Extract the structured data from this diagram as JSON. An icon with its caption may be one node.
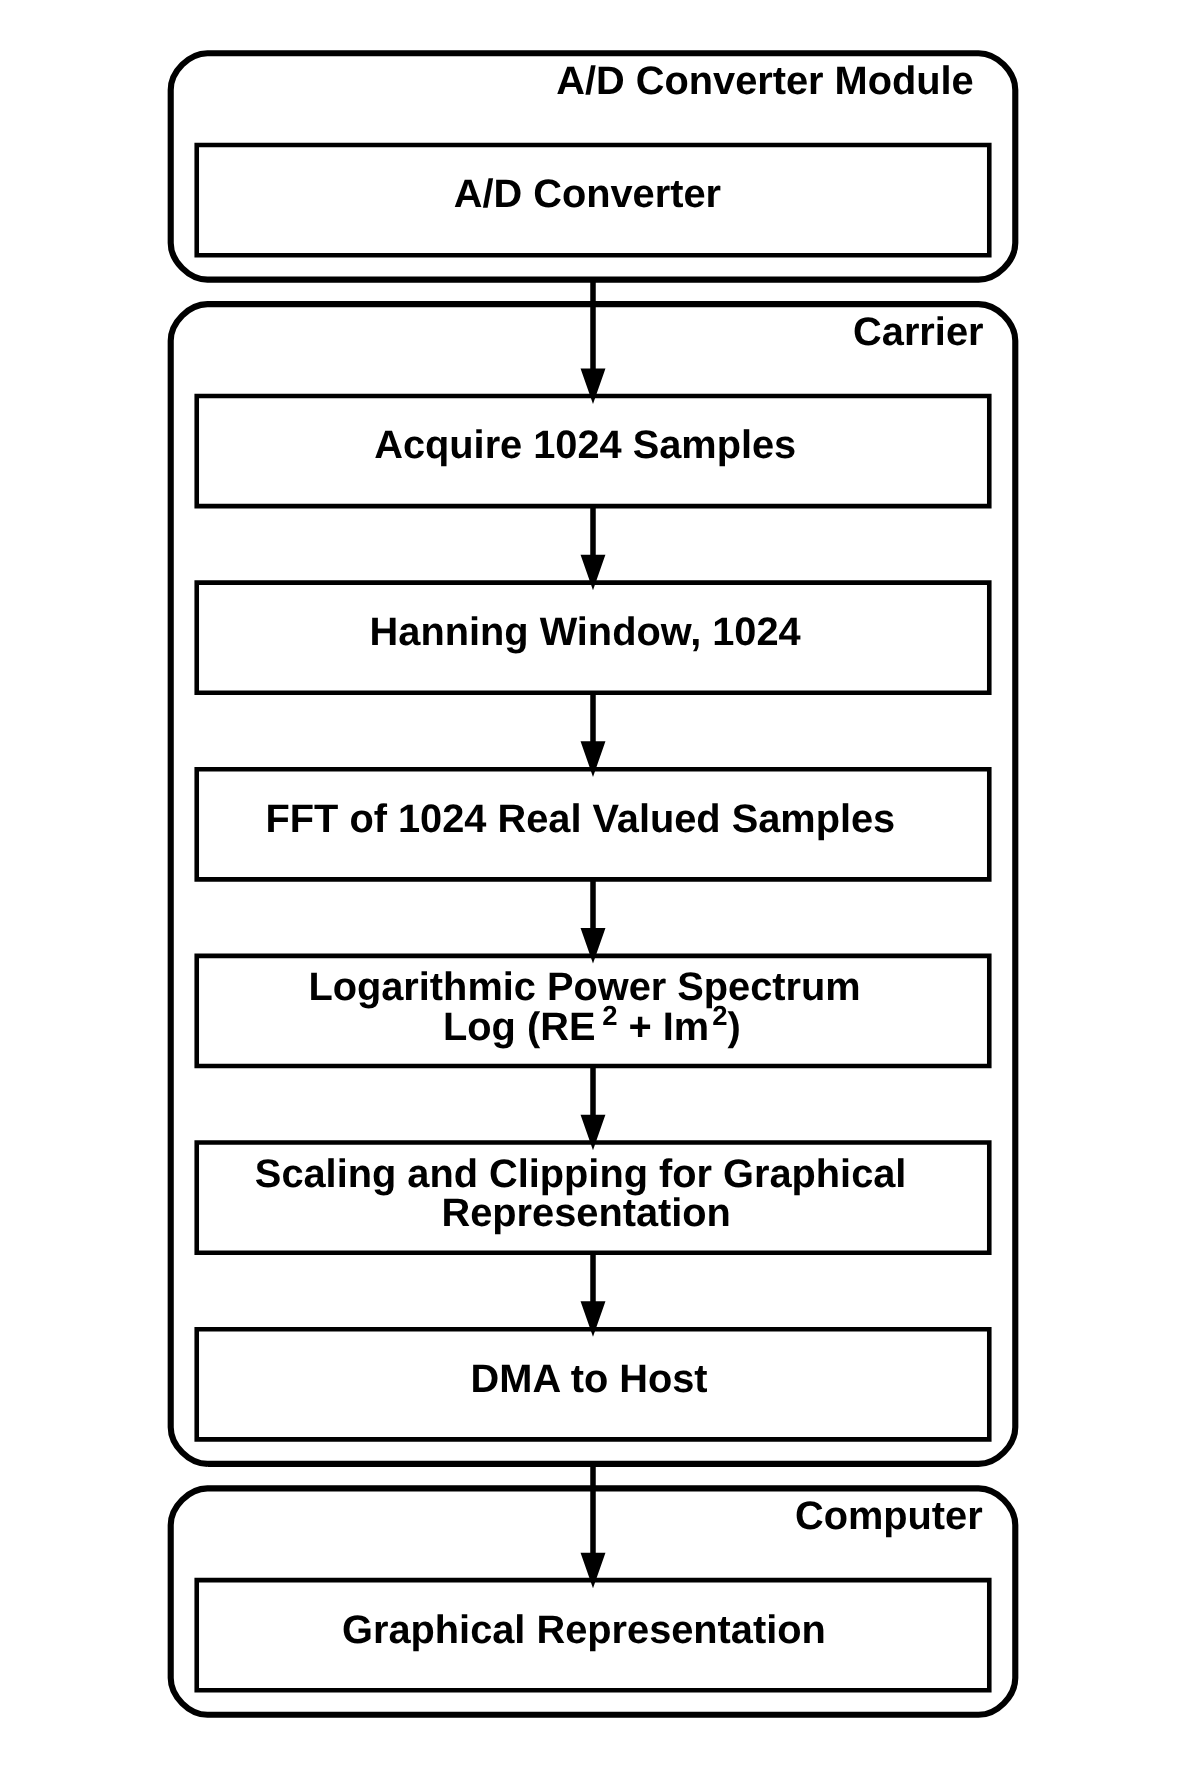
{
  "diagram": {
    "nodes": [
      {
        "text": [
          "A/D Converter Module"
        ]
      },
      {
        "text": [
          "A/D Converter"
        ],
        "in": 0
      },
      {
        "text": [
          "Carrier"
        ]
      },
      {
        "text": [
          "Acquire 1024 Samples"
        ],
        "in": 2
      },
      {
        "text": [
          "Hanning Window, 1024"
        ],
        "in": 2
      },
      {
        "text": [
          "FFT of 1024 Real Valued Samples"
        ],
        "in": 2
      },
      {
        "text": [
          "Logarithmic Power Spectrum",
          "Log (RE$^{2}$ + Im$^{2}$)"
        ],
        "in": 2
      },
      {
        "text": [
          "Scaling and Clipping for Graphical Representation"
        ],
        "in": 2
      },
      {
        "text": [
          "DMA to Host"
        ],
        "in": 2
      },
      {
        "text": [
          "Computer"
        ]
      },
      {
        "text": [
          "Graphical Representation"
        ],
        "in": 9
      }
    ],
    "edges": [
      {
        "from": 0,
        "to": 3,
        "arrow": "to"
      },
      {
        "from": 3,
        "to": 4,
        "arrow": "to"
      },
      {
        "from": 4,
        "to": 5,
        "arrow": "to"
      },
      {
        "from": 5,
        "to": 6,
        "arrow": "to"
      },
      {
        "from": 6,
        "to": 7,
        "arrow": "to"
      },
      {
        "from": 7,
        "to": 8,
        "arrow": "to"
      },
      {
        "from": 2,
        "to": 10,
        "arrow": "to"
      }
    ]
  }
}
